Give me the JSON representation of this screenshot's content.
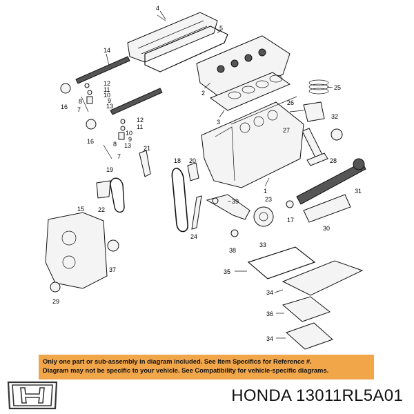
{
  "notice": {
    "line1": "Only one part or sub-assembly in diagram included. See Item Specifics for Reference #.",
    "line2": "Diagram may not be specific to your vehicle. See Compatibility for vehicle-specific diagrams.",
    "background_color": "#f2a64a"
  },
  "logo": {
    "icon": "honda-h-logo-icon"
  },
  "caption": "HONDA 13011RL5A01",
  "callouts": {
    "c4": "4",
    "c5": "5",
    "c14a": "14",
    "c12a": "12",
    "c11a": "11",
    "c10a": "10",
    "c9a": "9",
    "c13a": "13",
    "c8a": "8",
    "c7a": "7",
    "c16a": "16",
    "c2": "2",
    "c25": "25",
    "c3": "3",
    "c26": "26",
    "c32": "32",
    "c27": "27",
    "c12b": "12",
    "c11b": "11",
    "c10b": "10",
    "c9b": "9",
    "c13b": "13",
    "c8b": "8",
    "c7b": "7",
    "c16b": "16",
    "c21": "21",
    "c28": "28",
    "c18": "18",
    "c19": "19",
    "c20": "20",
    "c1": "1",
    "c31": "31",
    "c22": "22",
    "c15": "15",
    "c39": "39",
    "c23": "23",
    "c17": "17",
    "c30": "30",
    "c24": "24",
    "c33": "33",
    "c38": "38",
    "c37": "37",
    "c35": "35",
    "c34a": "34",
    "c36": "36",
    "c34b": "34",
    "c29": "29"
  }
}
